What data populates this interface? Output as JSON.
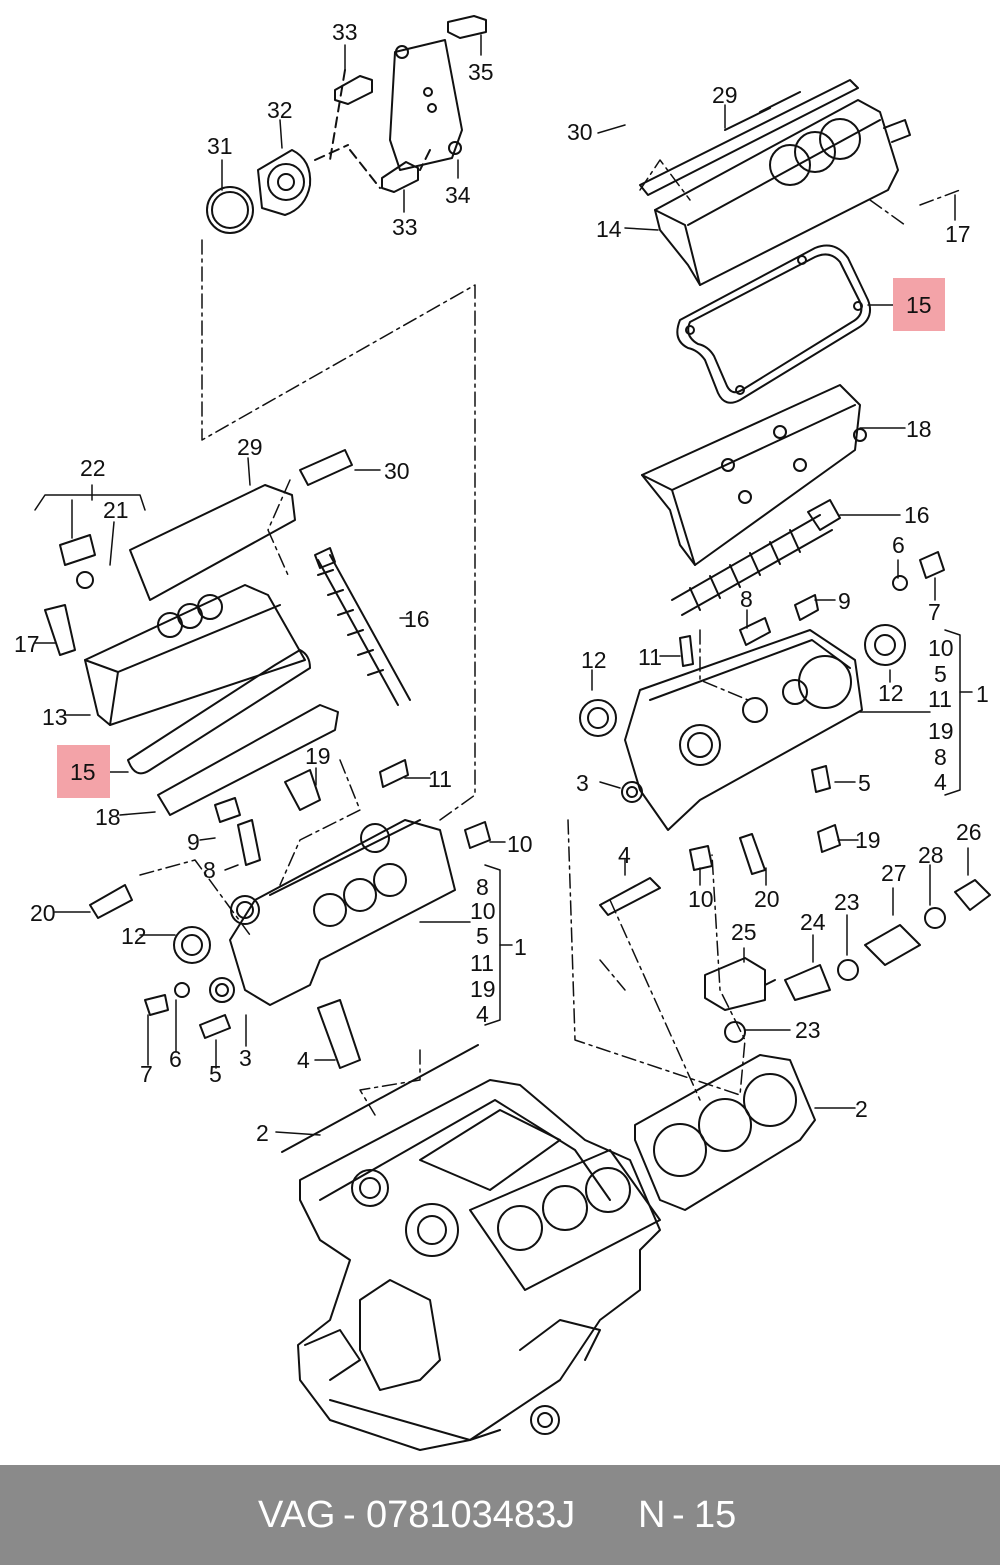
{
  "footer": {
    "brand": "VAG",
    "separator": "-",
    "part_number": "078103483J",
    "item_prefix": "N",
    "item_separator": "-",
    "item_number": "15"
  },
  "highlight_color": "#f3a3a8",
  "callouts": {
    "c33a": "33",
    "c35": "35",
    "c32": "32",
    "c31": "31",
    "c34": "34",
    "c33b": "33",
    "c29r": "29",
    "c30r": "30",
    "c14": "14",
    "c17r": "17",
    "c15r": "15",
    "c18r": "18",
    "c16r": "16",
    "c6r": "6",
    "c7r": "7",
    "c9r": "9",
    "c8r": "8",
    "c11r": "11",
    "c12r1": "12",
    "c10r": "10",
    "c5r": "5",
    "c11r2": "11",
    "c12r2": "12",
    "c19r": "19",
    "c8r2": "8",
    "c4r": "4",
    "c1r": "1",
    "c3r": "3",
    "c5r2": "5",
    "c19r2": "19",
    "c4r2": "4",
    "c10r2": "10",
    "c20r": "20",
    "c26": "26",
    "c27": "27",
    "c28": "28",
    "c25": "25",
    "c24": "24",
    "c23a": "23",
    "c23b": "23",
    "c2r": "2",
    "c22": "22",
    "c21": "21",
    "c29l": "29",
    "c30l": "30",
    "c17l": "17",
    "c16l": "16",
    "c13": "13",
    "c15l": "15",
    "c18l": "18",
    "c19l": "19",
    "c11l": "11",
    "c10l": "10",
    "c9l": "9",
    "c8l": "8",
    "c20l": "20",
    "c12l": "12",
    "c8l2": "8",
    "c10l2": "10",
    "c5l": "5",
    "c1l": "1",
    "c11l2": "11",
    "c19l2": "19",
    "c4l": "4",
    "c7l": "7",
    "c6l": "6",
    "c5l2": "5",
    "c3l": "3",
    "c4l2": "4",
    "c2l": "2"
  }
}
